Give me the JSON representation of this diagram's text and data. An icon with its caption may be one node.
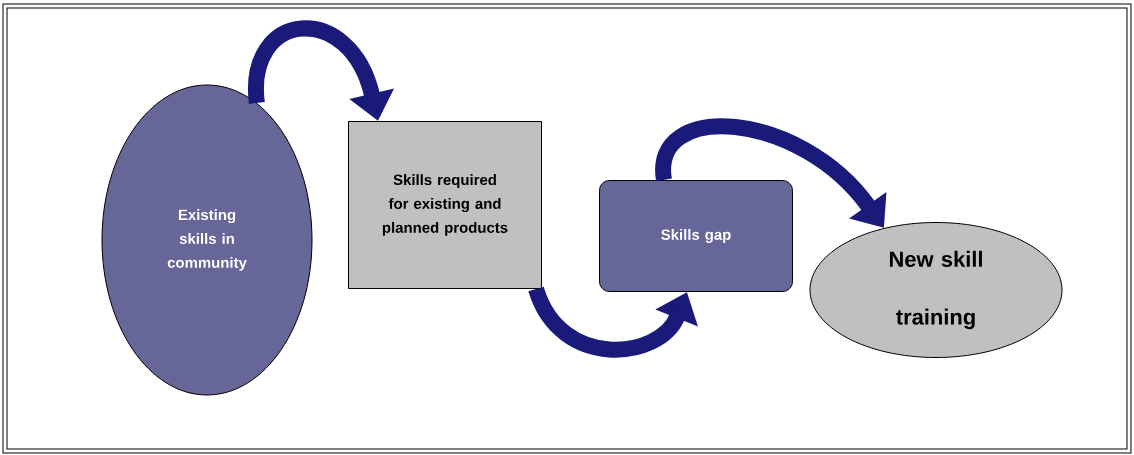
{
  "diagram": {
    "nodes": [
      {
        "text": [
          "Existing skills in community"
        ]
      },
      {
        "text": [
          "Skills required for existing and planned products"
        ]
      },
      {
        "text": [
          "Skills gap"
        ]
      },
      {
        "text": [
          "New skill training"
        ]
      }
    ],
    "edges": [
      {
        "from": 0,
        "to": 1,
        "arrow": "to"
      },
      {
        "from": 1,
        "to": 2,
        "arrow": "to"
      },
      {
        "from": 2,
        "to": 3,
        "arrow": "to"
      }
    ]
  }
}
